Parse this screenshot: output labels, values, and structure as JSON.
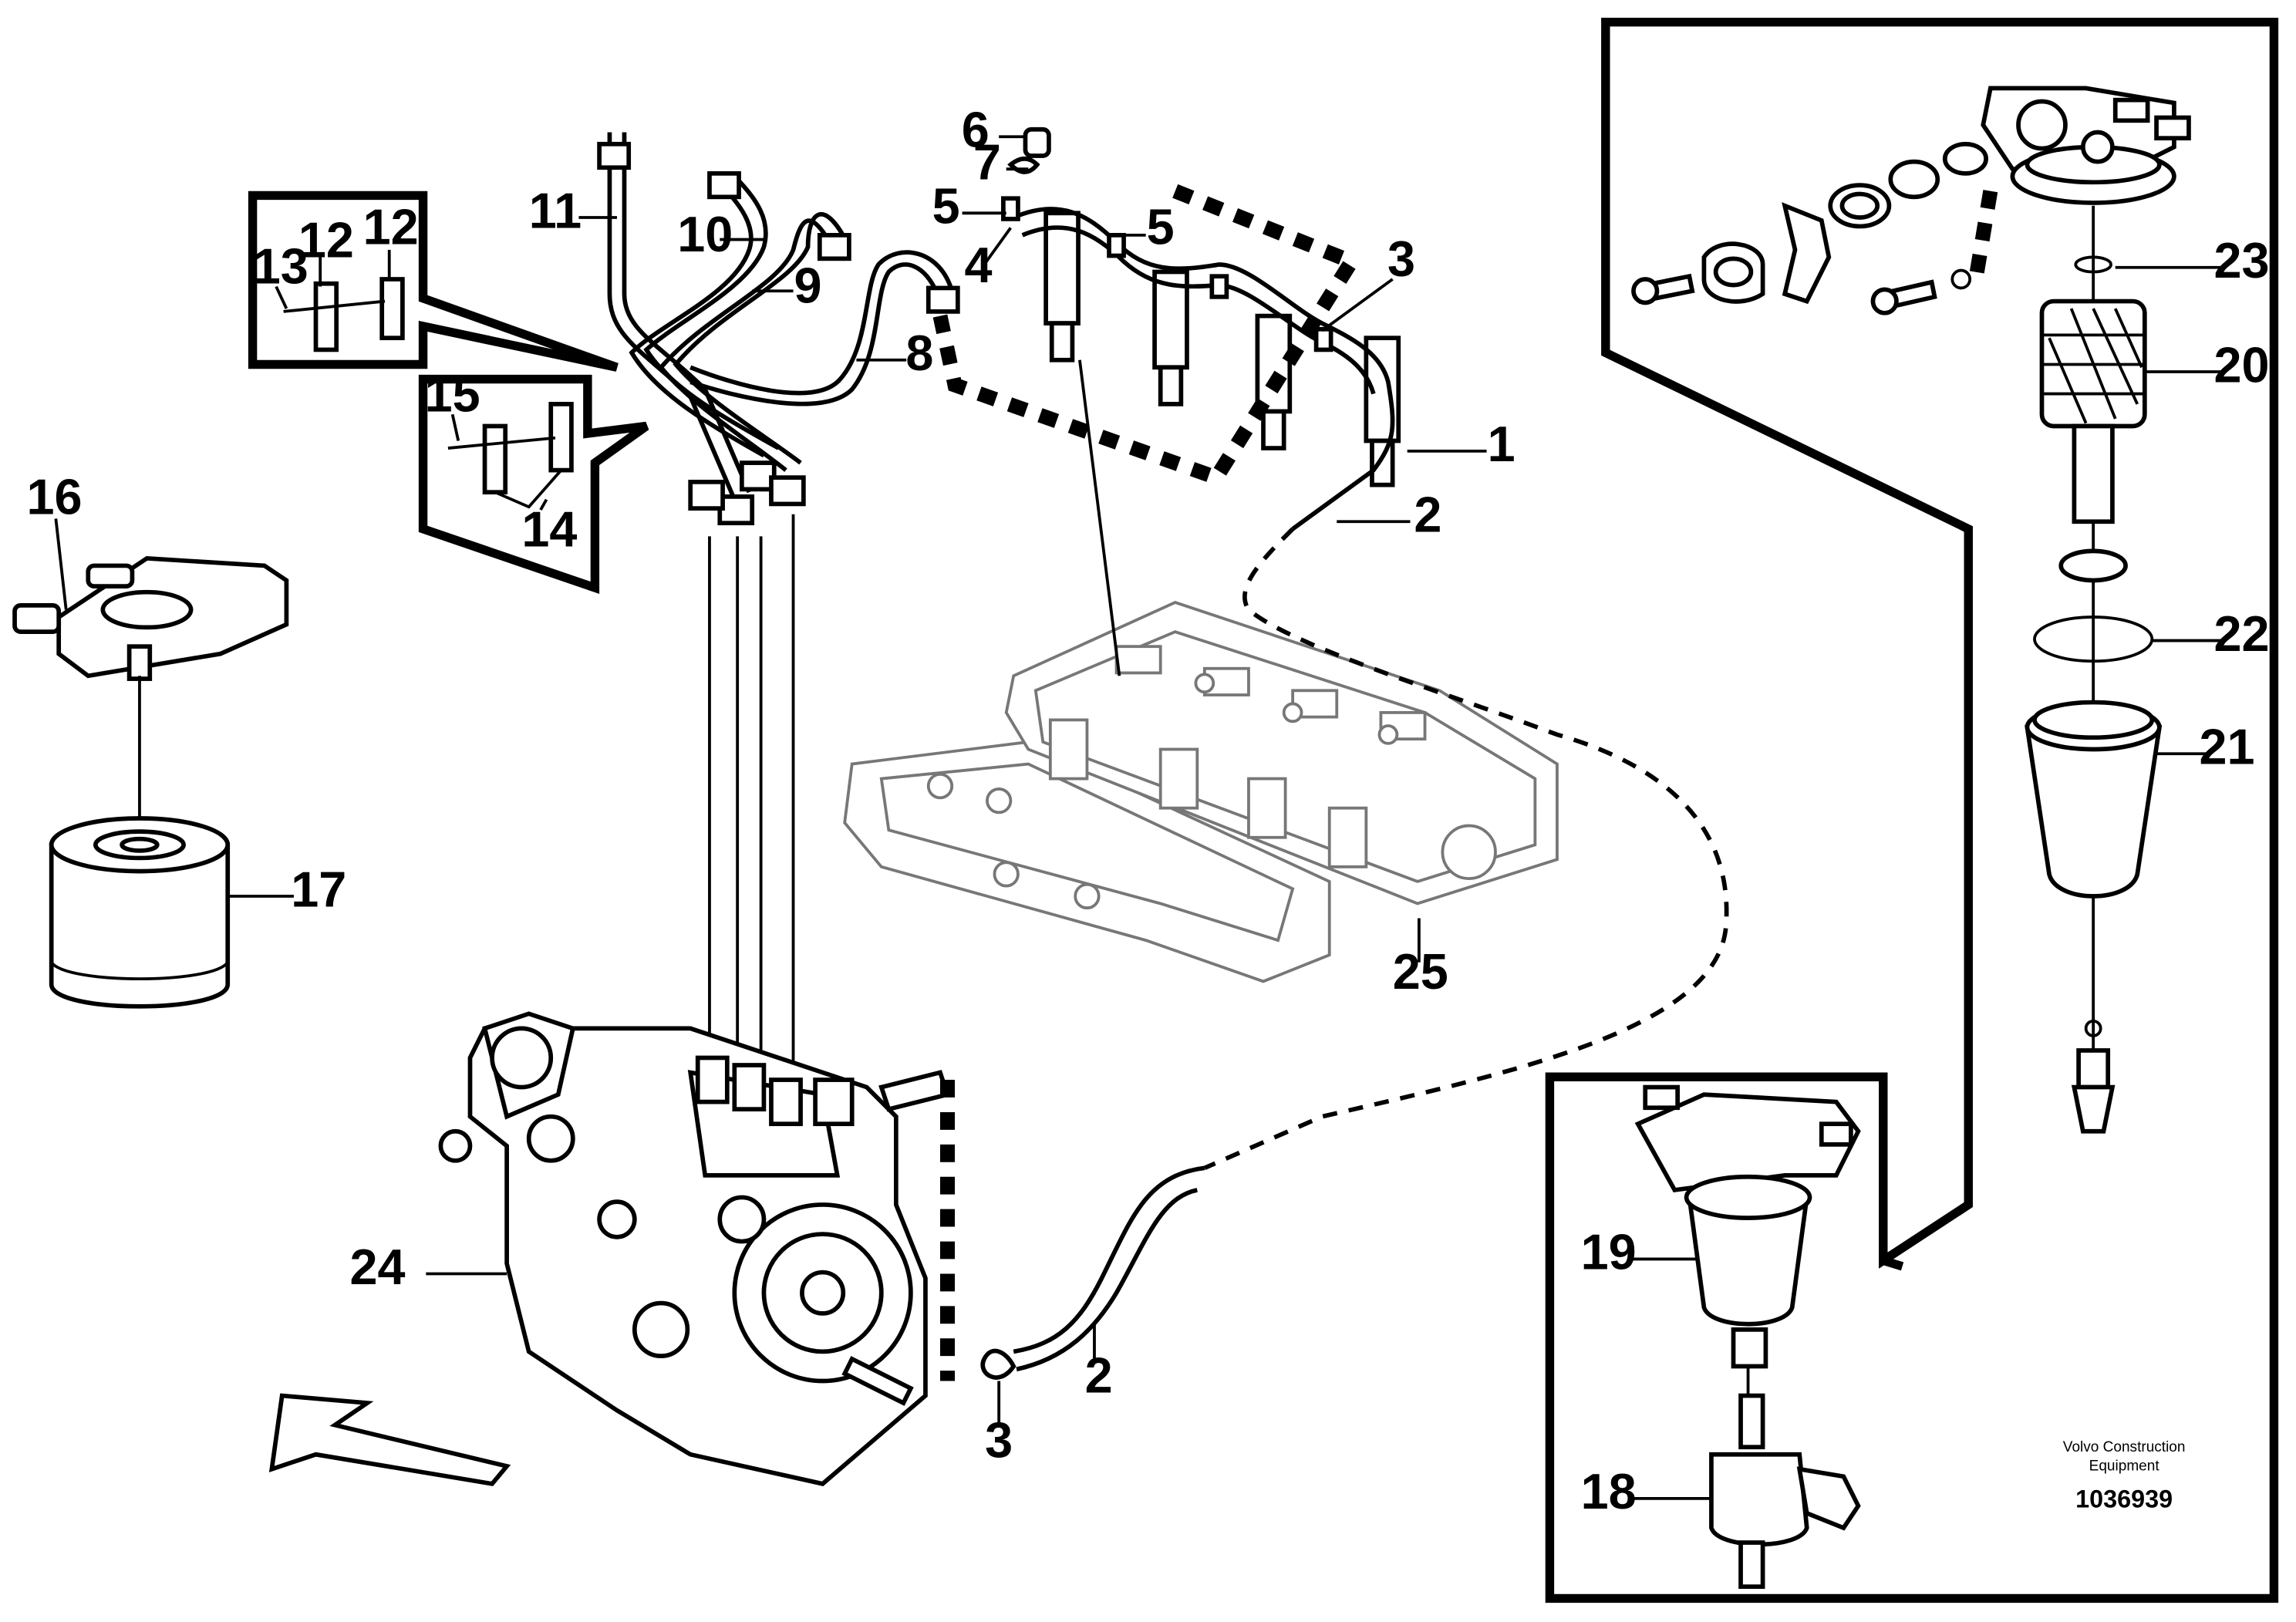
{
  "callouts": {
    "c1": "1",
    "c2a": "2",
    "c2b": "2",
    "c3a": "3",
    "c3b": "3",
    "c4": "4",
    "c5a": "5",
    "c5b": "5",
    "c6": "6",
    "c7": "7",
    "c8": "8",
    "c9": "9",
    "c10": "10",
    "c11": "11",
    "c12a": "12",
    "c12b": "12",
    "c13": "13",
    "c14": "14",
    "c15": "15",
    "c16": "16",
    "c17": "17",
    "c18": "18",
    "c19": "19",
    "c20": "20",
    "c21": "21",
    "c22": "22",
    "c23": "23",
    "c24": "24",
    "c25": "25"
  },
  "footer": {
    "brand_line1": "Volvo Construction",
    "brand_line2": "Equipment",
    "drawing_number": "1036939"
  }
}
